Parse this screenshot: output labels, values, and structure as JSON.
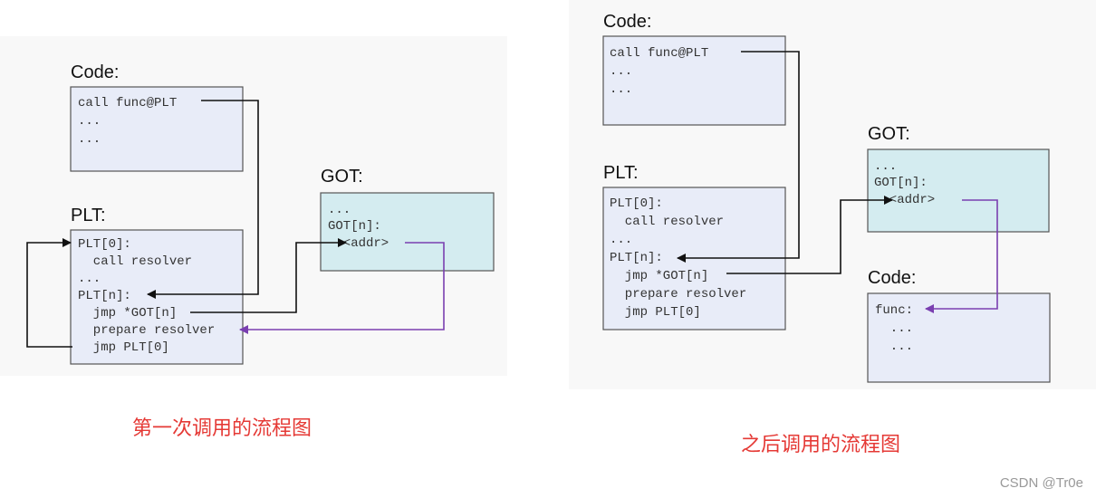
{
  "left": {
    "code_label": "Code:",
    "code_lines": [
      "call func@PLT",
      "...",
      "..."
    ],
    "plt_label": "PLT:",
    "plt_lines": [
      "PLT[0]:",
      "  call resolver",
      "...",
      "PLT[n]:",
      "  jmp *GOT[n]",
      "  prepare resolver",
      "  jmp PLT[0]"
    ],
    "got_label": "GOT:",
    "got_lines": [
      "...",
      "GOT[n]:",
      "  <addr>"
    ],
    "caption": "第一次调用的流程图"
  },
  "right": {
    "code_label": "Code:",
    "code_lines": [
      "call func@PLT",
      "...",
      "..."
    ],
    "plt_label": "PLT:",
    "plt_lines": [
      "PLT[0]:",
      "  call resolver",
      "...",
      "PLT[n]:",
      "  jmp *GOT[n]",
      "  prepare resolver",
      "  jmp PLT[0]"
    ],
    "got_label": "GOT:",
    "got_lines": [
      "...",
      "GOT[n]:",
      "  <addr>"
    ],
    "code2_label": "Code:",
    "code2_lines": [
      "func:",
      "  ...",
      "  ..."
    ],
    "caption": "之后调用的流程图"
  },
  "watermark": "CSDN @Tr0e",
  "colors": {
    "arrow": "#111111",
    "purple_arrow": "#7a3fb0",
    "caption": "#e53935",
    "code_box": "#e8ecf8",
    "got_box": "#d4ecf0"
  }
}
